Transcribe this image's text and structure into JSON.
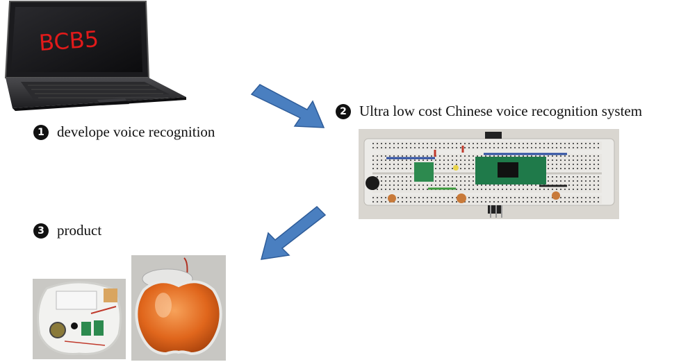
{
  "steps": [
    {
      "number": "1",
      "label": "develope voice recognition"
    },
    {
      "number": "2",
      "label": "Ultra low cost Chinese voice recognition system"
    },
    {
      "number": "3",
      "label": "product"
    }
  ],
  "laptop": {
    "screen_text": "BCB5",
    "screen_text_color": "#e11a1a"
  },
  "arrow_color": "#4a7fc0",
  "icons": [
    "laptop-image",
    "breadboard-image",
    "circuit-board-image",
    "orange-apple-device-image",
    "arrow-right-down",
    "arrow-left-down"
  ]
}
